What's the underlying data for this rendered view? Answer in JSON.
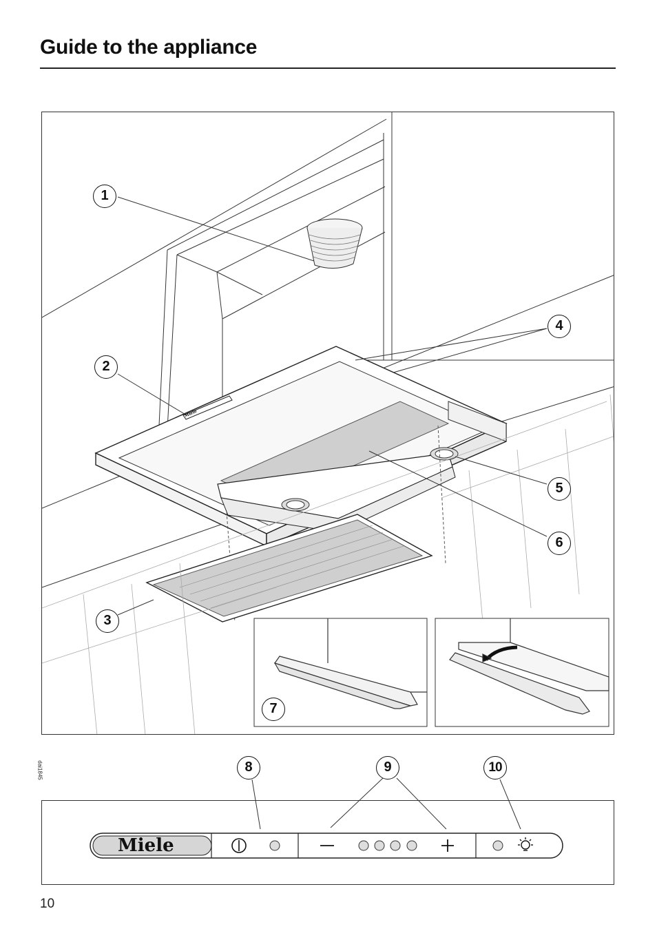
{
  "header": {
    "title": "Guide to the appliance"
  },
  "figure": {
    "code": "dai1845"
  },
  "callouts": [
    "1",
    "2",
    "3",
    "4",
    "5",
    "6",
    "7",
    "8",
    "9",
    "10"
  ],
  "control_panel": {
    "brand": "Miele"
  },
  "footer": {
    "page_number": "10"
  }
}
